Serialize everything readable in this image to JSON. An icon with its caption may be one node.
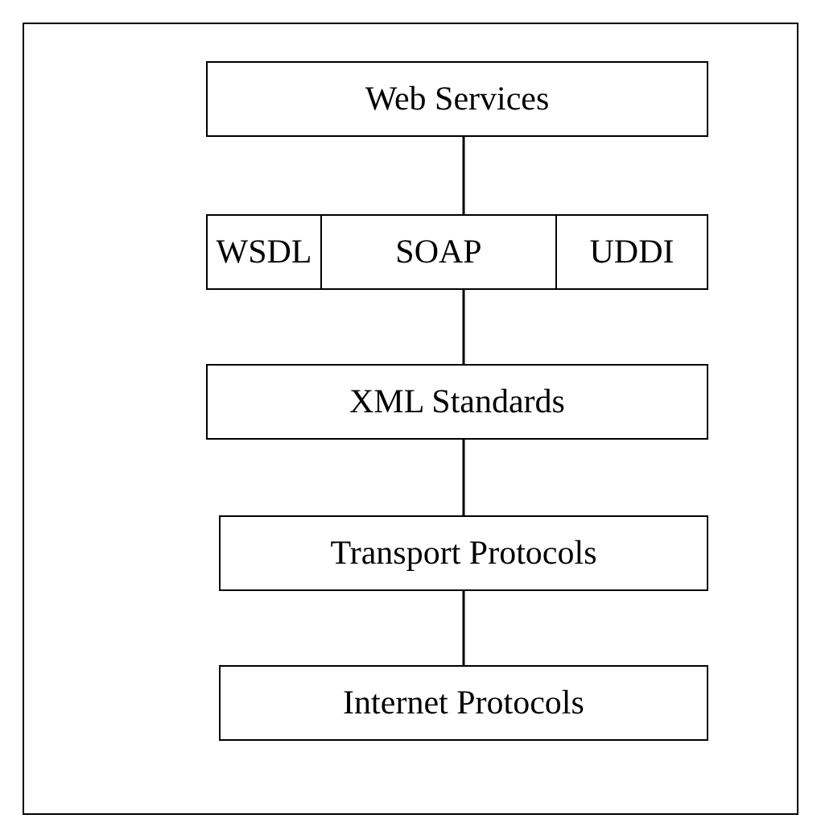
{
  "diagram": {
    "nodes": [
      {
        "text": [
          "Web Services"
        ]
      },
      {
        "text": [
          "WSDL"
        ]
      },
      {
        "text": [
          "SOAP"
        ]
      },
      {
        "text": [
          "UDDI"
        ]
      },
      {
        "text": [
          "XML Standards"
        ]
      },
      {
        "text": [
          "Transport Protocols"
        ]
      },
      {
        "text": [
          "Internet Protocols"
        ]
      }
    ],
    "edges": [
      {
        "from": 0,
        "to": 2,
        "arrow": "none"
      },
      {
        "from": 2,
        "to": 4,
        "arrow": "none"
      },
      {
        "from": 4,
        "to": 5,
        "arrow": "none"
      },
      {
        "from": 5,
        "to": 6,
        "arrow": "none"
      }
    ]
  }
}
